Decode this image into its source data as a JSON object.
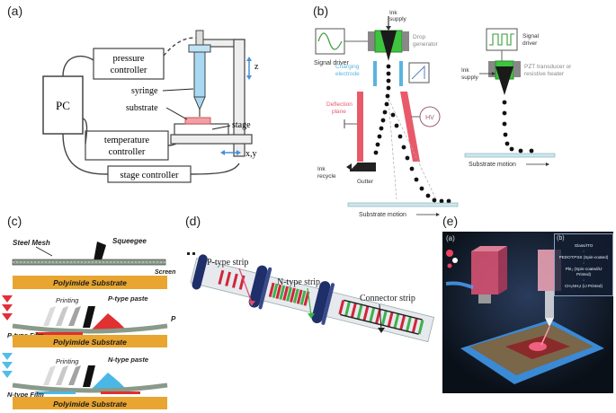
{
  "labels": {
    "a": "(a)",
    "b": "(b)",
    "c": "(c)",
    "d": "(d)",
    "e": "(e)"
  },
  "panel_a": {
    "pc": "PC",
    "pressure_1": "pressure",
    "pressure_2": "controller",
    "syringe": "syringe",
    "substrate": "substrate",
    "stage": "stage",
    "temperature_1": "temperature",
    "temperature_2": "controller",
    "stage_controller": "stage controller",
    "z": "z",
    "xy": "x,y"
  },
  "panel_b": {
    "ink_supply_1": "Ink",
    "ink_supply_2": "supply",
    "drop_generator_1": "Drop",
    "drop_generator_2": "generator",
    "signal_driver": "Signal driver",
    "charging_1": "Charging",
    "charging_2": "electrode",
    "deflection_1": "Deflection",
    "deflection_2": "plane",
    "hv": "HV",
    "ink_recycle_1": "Ink",
    "ink_recycle_2": "recycle",
    "gutter": "Gutter",
    "substrate_motion": "Substrate motion",
    "signal_driver_right_1": "Signal",
    "signal_driver_right_2": "driver",
    "pzt_1": "PZT transducer or",
    "pzt_2": "resistive heater",
    "ink_supply_right_1": "Ink",
    "ink_supply_right_2": "supply",
    "substrate_motion_right": "Substrate motion"
  },
  "panel_c": {
    "steel_mesh": "Steel Mesh",
    "squeegee": "Squeegee",
    "screen": "Screen",
    "polyimide_1": "Polyimide Substrate",
    "printing_1": "Printing",
    "p_paste": "P-type paste",
    "p_film": "P-type Film",
    "polyimide_2": "Polyimide Substrate",
    "printing_2": "Printing",
    "n_paste": "N-type paste",
    "n_film": "N-type Film",
    "polyimide_3": "Polyimide Substrate",
    "p_side": "P"
  },
  "panel_d": {
    "p_strip": "P-type strip",
    "n_strip": "N-type strip",
    "connector_strip": "Connector strip"
  },
  "panel_e": {
    "sub_a": "(a)",
    "sub_b": "(b)",
    "flow_1": "Glass/ITO",
    "flow_2": "PEDOT:PSS (Spin-coated)",
    "flow_3": "PbI₂ (Spin-coated/IJ Printed)",
    "flow_4": "CH₃NH₃I (IJ Printed)"
  },
  "colors": {
    "polyimide": "#e8a530",
    "p_type": "#e03030",
    "n_type": "#4ab8e6",
    "n_strip": "#3fb04a",
    "deflection": "#e85a6a",
    "charging": "#5ab4e0",
    "green_head": "#3ec43e",
    "chevron_red": "#e0303a",
    "chevron_blue": "#52bde8"
  }
}
